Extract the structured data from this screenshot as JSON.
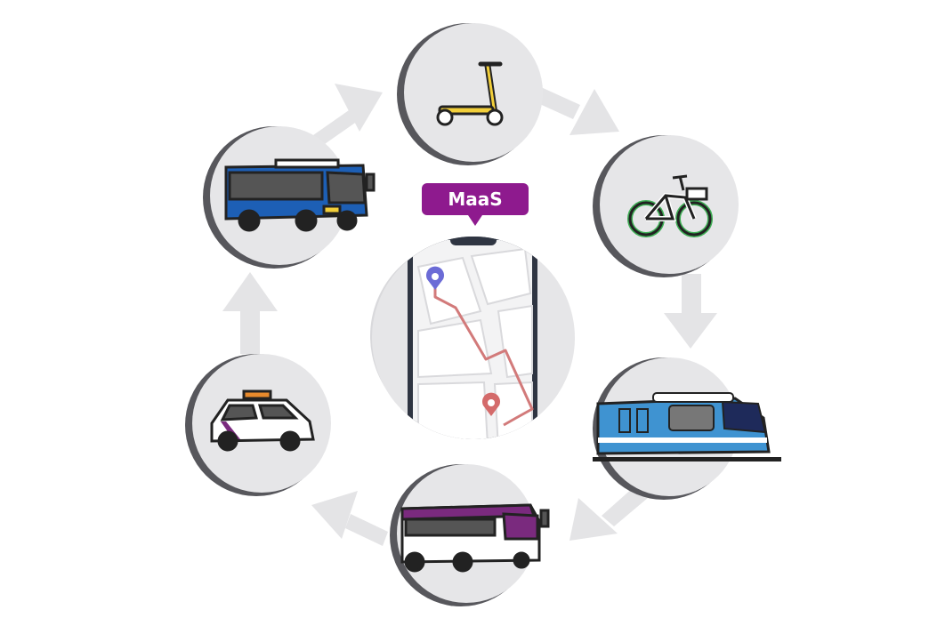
{
  "app": {
    "label": "MaaS",
    "accent_color": "#8e1a8e"
  },
  "nodes": [
    {
      "id": "scooter",
      "icon": "electric-scooter-icon"
    },
    {
      "id": "bicycle",
      "icon": "bicycle-icon"
    },
    {
      "id": "train",
      "icon": "train-icon"
    },
    {
      "id": "coach",
      "icon": "coach-bus-icon"
    },
    {
      "id": "taxi",
      "icon": "taxi-icon"
    },
    {
      "id": "city-bus",
      "icon": "city-bus-icon"
    }
  ],
  "colors": {
    "circle": "#e6e6e8",
    "circle_shadow": "#57575c",
    "arrow": "#e4e4e6",
    "route": "#d27a7a",
    "pin_start": "#6b6bd6",
    "pin_end": "#d46b6b",
    "bus_blue": "#1d5fb5",
    "bus_purple": "#7a2a7e",
    "train_blue": "#3f93d1",
    "scooter_yellow": "#f2cf3a",
    "bicycle_green": "#3fae55"
  }
}
